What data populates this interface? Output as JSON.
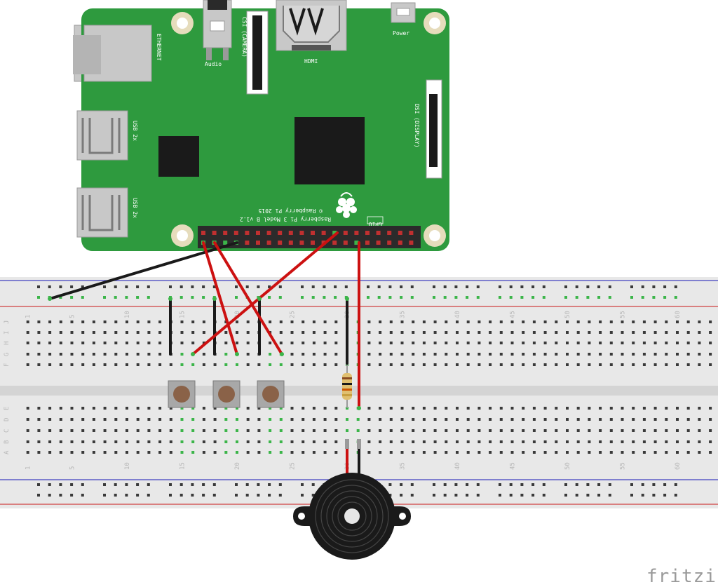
{
  "board": {
    "ethernet_label": "ETHERNET",
    "usb_label": "USB 2x",
    "audio_label": "Audio",
    "csi_label": "CSI (CAMERA)",
    "hdmi_label": "HDMI",
    "power_label": "Power",
    "dsi_label": "DSI (DISPLAY)",
    "gpio_label": "GPIO",
    "model_line1": "Raspberry Pi 3 Model B v1.2",
    "model_line2": "© Raspberry Pi 2015"
  },
  "breadboard": {
    "column_numbers": [
      "1",
      "5",
      "10",
      "15",
      "20",
      "25",
      "30",
      "35",
      "40",
      "45",
      "50",
      "55",
      "60"
    ],
    "row_letters_top": [
      "J",
      "I",
      "H",
      "G",
      "F"
    ],
    "row_letters_bottom": [
      "E",
      "D",
      "C",
      "B",
      "A"
    ]
  },
  "colors": {
    "pcb": "#2e9a3e",
    "breadboard": "#e8e8e8",
    "wire_red": "#cc1111",
    "wire_black": "#1a1a1a",
    "hole_green": "#3cb54a",
    "rail_red": "#d04040",
    "rail_blue": "#4040c0"
  },
  "components": {
    "buttons": 3,
    "resistors": 1,
    "buzzers": 1
  },
  "brand": {
    "name": "fritzing"
  }
}
